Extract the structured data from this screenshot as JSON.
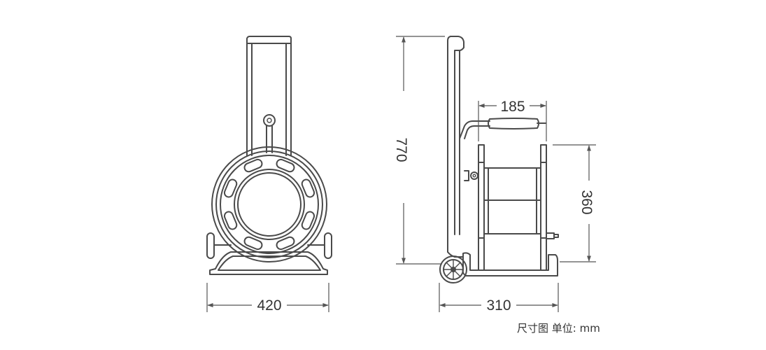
{
  "dimensions": {
    "front_width": "420",
    "side_width": "310",
    "height": "770",
    "reel_width": "185",
    "reel_diameter": "360"
  },
  "note": "尺寸图 单位: mm",
  "colors": {
    "line": "#4a4a4a",
    "dimension": "#555555",
    "text": "#333333"
  }
}
